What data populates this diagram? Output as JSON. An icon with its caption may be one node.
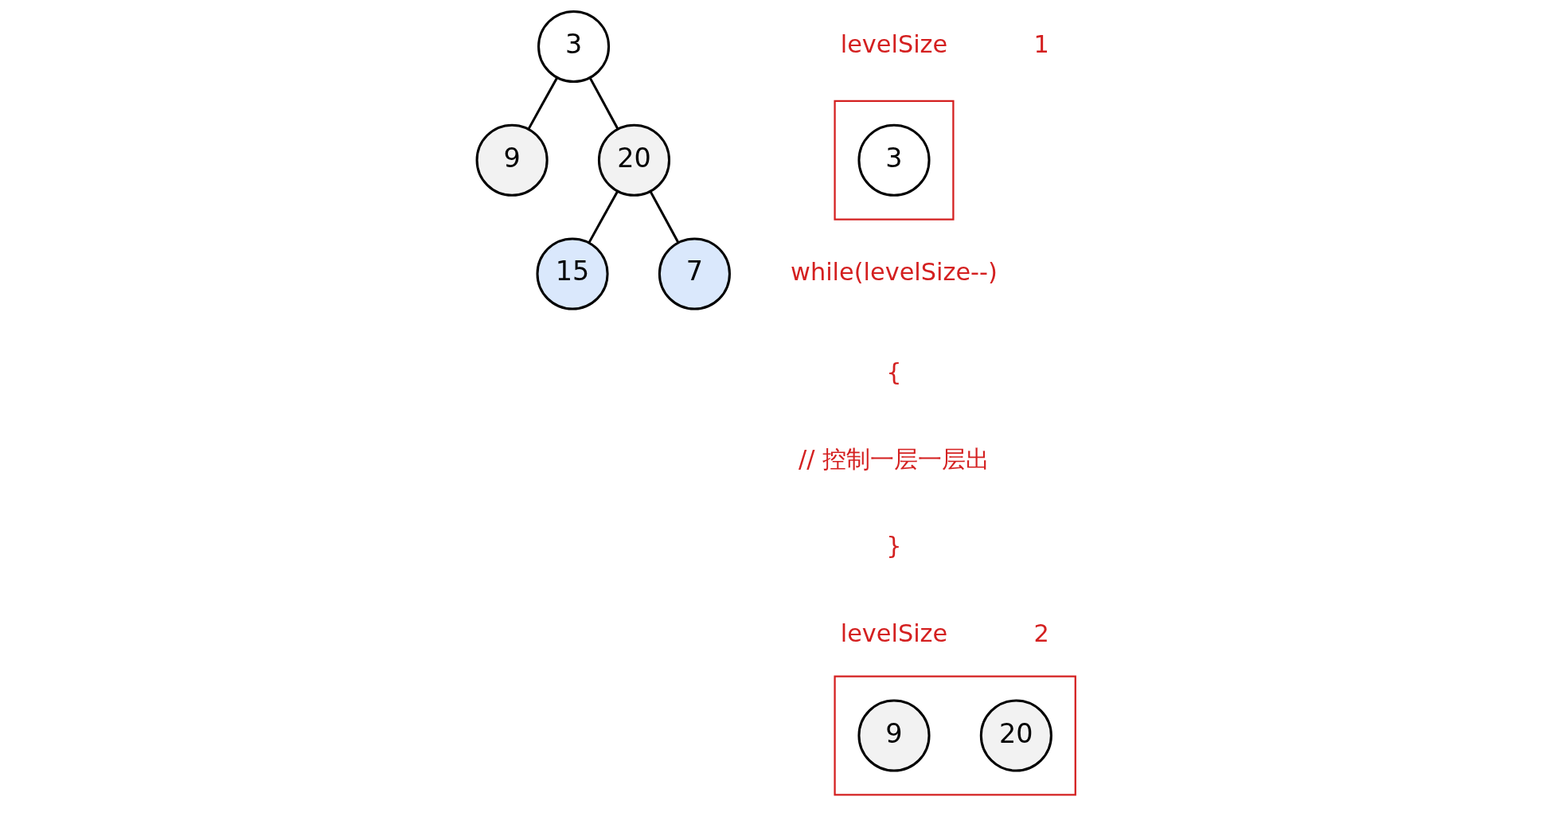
{
  "diagram": {
    "nodes": [
      {
        "text": [
          "3"
        ]
      },
      {
        "text": [
          "9"
        ]
      },
      {
        "text": [
          "20"
        ]
      },
      {
        "text": [
          "15"
        ]
      },
      {
        "text": [
          "7"
        ]
      },
      {
        "text": [],
        "shape": "box"
      },
      {
        "text": [
          "3"
        ],
        "in": 5
      },
      {
        "text": [],
        "shape": "box"
      },
      {
        "text": [
          "9"
        ],
        "in": 7
      },
      {
        "text": [
          "20"
        ],
        "in": 7
      }
    ],
    "edges": [
      {
        "from": 0,
        "to": 1,
        "arrow": "none"
      },
      {
        "from": 0,
        "to": 2,
        "arrow": "none"
      },
      {
        "from": 2,
        "to": 3,
        "arrow": "none"
      },
      {
        "from": 2,
        "to": 4,
        "arrow": "none"
      }
    ],
    "labels": [
      "levelSize",
      "1",
      "while(levelSize--)",
      "{",
      "// 控制一层一层出",
      "}",
      "levelSize",
      "2"
    ]
  }
}
